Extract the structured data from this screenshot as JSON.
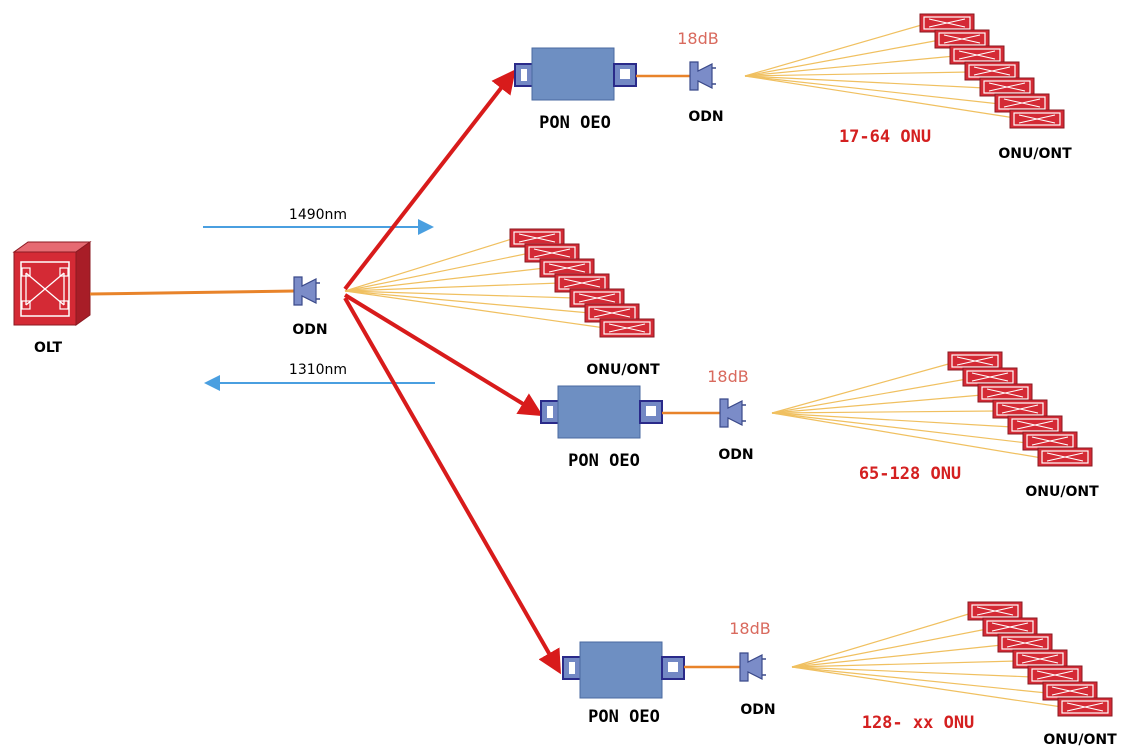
{
  "olt": {
    "label": "OLT"
  },
  "main_odn": {
    "label": "ODN"
  },
  "wavelengths": {
    "downstream": "1490nm",
    "upstream": "1310nm"
  },
  "main_onu_group": {
    "label": "ONU/ONT"
  },
  "branches": [
    {
      "oeo_label": "PON OEO",
      "attenuation": "18dB",
      "odn_label": "ODN",
      "range_label": "17-64 ONU",
      "onu_label": "ONU/ONT"
    },
    {
      "oeo_label": "PON OEO",
      "attenuation": "18dB",
      "odn_label": "ODN",
      "range_label": "65-128 ONU",
      "onu_label": "ONU/ONT"
    },
    {
      "oeo_label": "PON OEO",
      "attenuation": "18dB",
      "odn_label": "ODN",
      "range_label": "128- xx ONU",
      "onu_label": "ONU/ONT"
    }
  ],
  "colors": {
    "device_red": "#d42a35",
    "trunk_fiber": "#e8832a",
    "feeder_arrow": "#d81b1b",
    "drop_fiber": "#f0c060",
    "wavelength_arrow": "#4a9fe0",
    "oeo_body": "#6e8fc2",
    "odn_body": "#7b8cc8",
    "label_red": "#d42020",
    "db_text": "#d96a5e"
  }
}
